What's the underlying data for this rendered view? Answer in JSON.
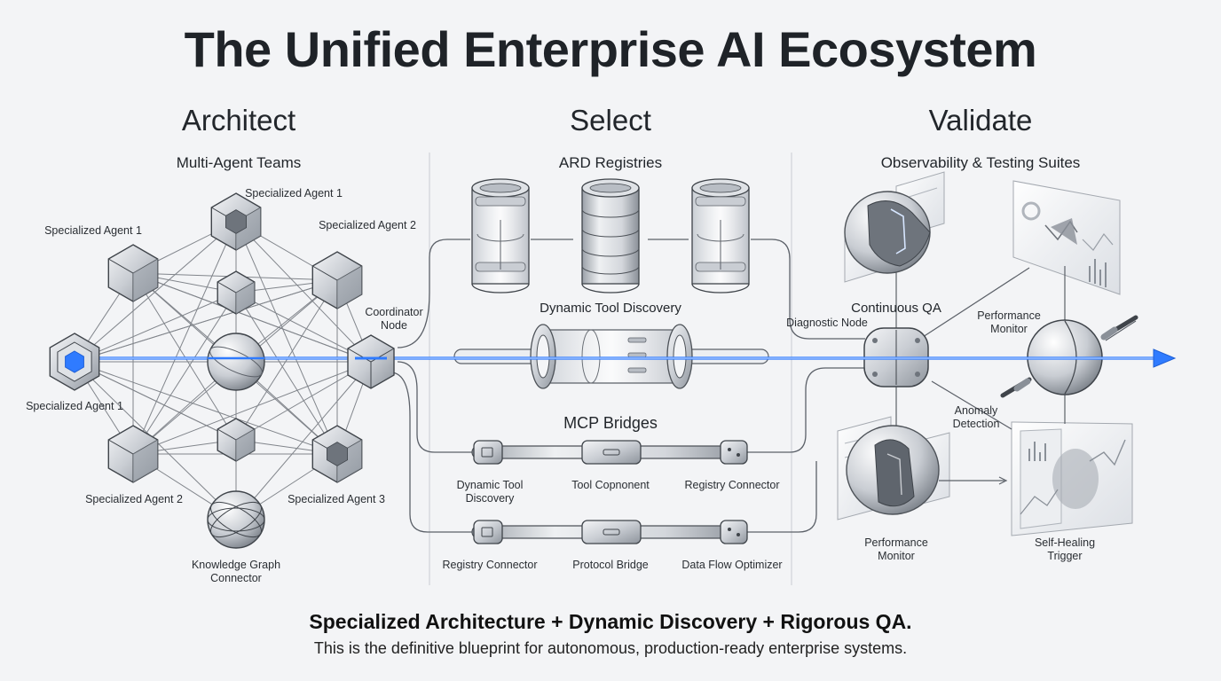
{
  "title": "The Unified Enterprise AI Ecosystem",
  "columns": {
    "architect": {
      "title": "Architect",
      "subtitle": "Multi-Agent Teams",
      "labels": {
        "agent_top_right": "Specialized Agent 1",
        "agent_upper_left": "Specialized Agent 1",
        "agent_upper_right": "Specialized Agent 2",
        "agent_left": "Specialized Agent 1",
        "agent_lower_left": "Specialized Agent 2",
        "agent_lower_right": "Specialized Agent 3",
        "coordinator": "Coordinator Node",
        "knowledge_graph": "Knowledge Graph Connector"
      }
    },
    "select": {
      "title": "Select",
      "subtitle": "ARD Registries",
      "dynamic_tool_discovery": "Dynamic Tool Discovery",
      "mcp_bridges": "MCP Bridges",
      "bridge_row_1": [
        "Dynamic Tool Discovery",
        "Tool Copnonent",
        "Registry Connector"
      ],
      "bridge_row_2": [
        "Registry Connector",
        "Protocol Bridge",
        "Data Flow Optimizer"
      ]
    },
    "validate": {
      "title": "Validate",
      "subtitle": "Observability & Testing Suites",
      "labels": {
        "continuous_qa": "Continuous QA",
        "diagnostic_node": "Diagnostic Node",
        "performance_monitor_top": "Performance Monitor",
        "anomaly_detection": "Anomaly Detection",
        "performance_monitor_bottom": "Performance Monitor",
        "self_healing": "Self-Healing Trigger"
      }
    }
  },
  "footer": {
    "headline": "Specialized Architecture + Dynamic Discovery + Rigorous QA.",
    "subline": "This is the definitive blueprint for autonomous, production-ready enterprise systems."
  },
  "colors": {
    "beam": "#2f7bff",
    "beam_glow": "#8fb8ff",
    "line": "#5b6068",
    "node_fill": "#d9dce1",
    "node_dark": "#9aa0a8",
    "background": "#f3f4f6"
  }
}
